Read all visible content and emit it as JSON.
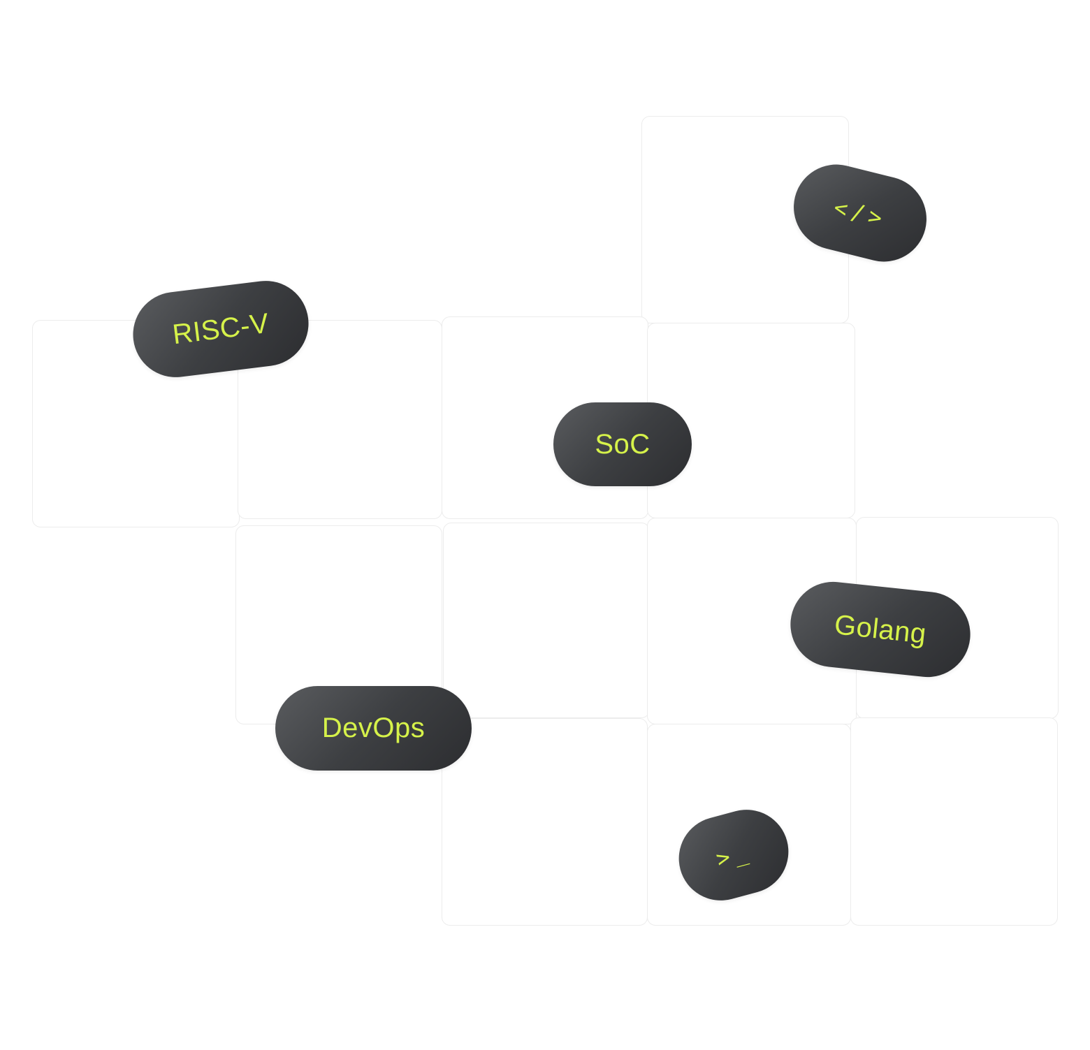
{
  "tags": {
    "riscv": "RISC-V",
    "soc": "SoC",
    "golang": "Golang",
    "devops": "DevOps"
  },
  "icons": {
    "code": {
      "name": "code-brackets-icon",
      "glyph": "</>"
    },
    "terminal": {
      "name": "terminal-prompt-icon",
      "glyph": ">_"
    }
  },
  "colors": {
    "pill_text": "#d6f24a",
    "pill_bg": "#3d3f42",
    "tile_border": "#ececec",
    "background": "#ffffff"
  }
}
